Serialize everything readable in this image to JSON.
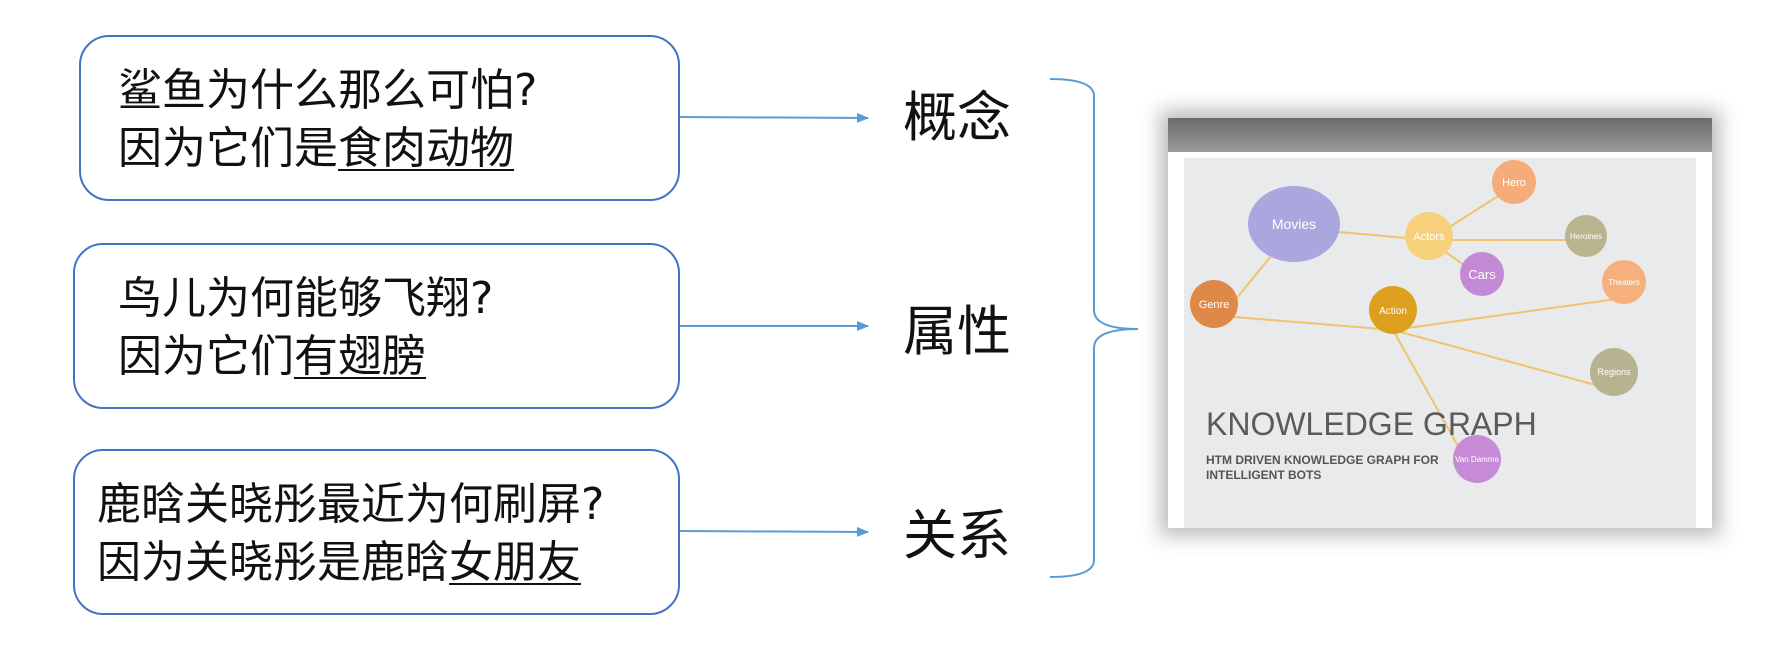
{
  "rows": [
    {
      "question": "鲨鱼为什么那么可怕?",
      "answer_prefix": "因为它们是",
      "answer_key": "食肉动物",
      "category": "概念"
    },
    {
      "question": "鸟儿为何能够飞翔?",
      "answer_prefix": "因为它们",
      "answer_key": "有翅膀",
      "category": "属性"
    },
    {
      "question": "鹿晗关晓彤最近为何刷屏?",
      "answer_prefix": "因为关晓彤是鹿晗",
      "answer_key": "女朋友",
      "category": "关系"
    }
  ],
  "colors": {
    "box_border": "#4472c4",
    "arrow": "#5b9bd5",
    "bracket": "#5b9bd5"
  },
  "knowledge_graph_image": {
    "title": "KNOWLEDGE GRAPH",
    "subtitle": "HTM DRIVEN KNOWLEDGE GRAPH FOR INTELLIGENT BOTS",
    "nodes": [
      {
        "label": "Movies",
        "color": "#a9a7dd"
      },
      {
        "label": "Hero",
        "color": "#f4ac7a"
      },
      {
        "label": "Actors",
        "color": "#f7d07c"
      },
      {
        "label": "Heroines",
        "color": "#b9b48e"
      },
      {
        "label": "Cars",
        "color": "#c489d4"
      },
      {
        "label": "Theaters",
        "color": "#f6b07b"
      },
      {
        "label": "Genre",
        "color": "#e08848"
      },
      {
        "label": "Action",
        "color": "#dca01e"
      },
      {
        "label": "Regions",
        "color": "#b7b390"
      },
      {
        "label": "Van Damme",
        "color": "#c78ad6"
      }
    ]
  }
}
